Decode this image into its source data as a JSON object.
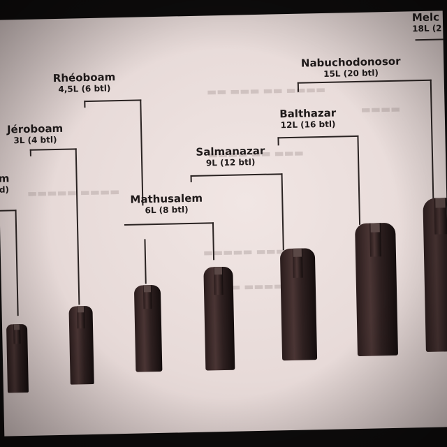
{
  "bottles": [
    {
      "name": "m",
      "volume": "d)"
    },
    {
      "name": "Jéroboam",
      "volume": "3L (4 btl)"
    },
    {
      "name": "Rhéoboam",
      "volume": "4,5L (6 btl)"
    },
    {
      "name": "Mathusalem",
      "volume": "6L (8 btl)"
    },
    {
      "name": "Salmanazar",
      "volume": "9L (12 btl)"
    },
    {
      "name": "Balthazar",
      "volume": "12L (16 btl)"
    },
    {
      "name": "Nabuchodonosor",
      "volume": "15L (20 btl)"
    },
    {
      "name": "Melc",
      "volume": "18L (2"
    }
  ],
  "colors": {
    "paper": "#ece1df",
    "ink": "#241e1e",
    "bottle": "#3a2a29"
  }
}
